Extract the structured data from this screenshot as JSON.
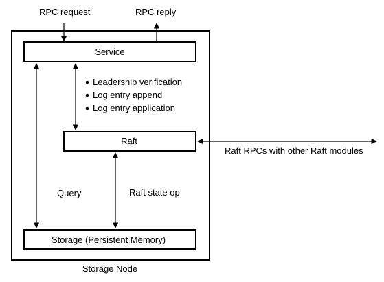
{
  "labels": {
    "rpc_request": "RPC request",
    "rpc_reply": "RPC reply",
    "service": "Service",
    "bullets": [
      "Leadership verification",
      "Log entry append",
      "Log entry application"
    ],
    "raft": "Raft",
    "raft_rpcs": "Raft RPCs with other Raft modules",
    "query": "Query",
    "raft_state_op": "Raft state op",
    "storage": "Storage (Persistent Memory)",
    "storage_node": "Storage Node"
  },
  "colors": {
    "line": "#000000",
    "background": "#ffffff"
  }
}
